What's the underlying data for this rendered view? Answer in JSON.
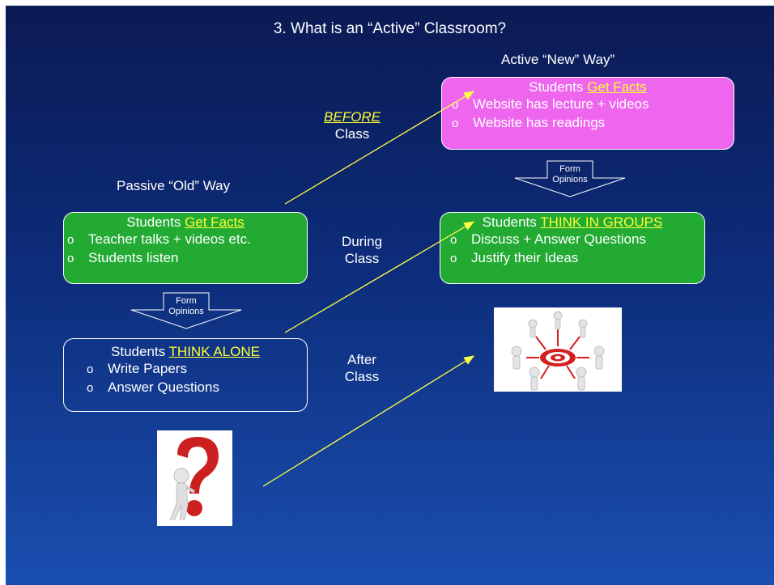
{
  "title": "3. What is an “Active” Classroom?",
  "active_heading": "Active “New” Way”",
  "passive_heading": "Passive “Old” Way",
  "time_labels": {
    "before": "BEFORE",
    "before_sub": "Class",
    "during_1": "During",
    "during_2": "Class",
    "after_1": "After",
    "after_2": "Class"
  },
  "boxes": {
    "active_facts": {
      "prefix": "Students ",
      "highlight": "Get Facts",
      "items": [
        "Website has lecture + videos",
        "Website has readings"
      ]
    },
    "think_groups": {
      "prefix": "Students ",
      "highlight": "THINK IN GROUPS",
      "items": [
        "Discuss + Answer Questions",
        "Justify their Ideas"
      ]
    },
    "passive_facts": {
      "prefix": "Students ",
      "highlight": "Get Facts",
      "items": [
        "Teacher talks + videos etc.",
        "Students listen"
      ]
    },
    "think_alone": {
      "prefix": "Students ",
      "highlight": "THINK ALONE",
      "items": [
        "Write Papers",
        "Answer Questions"
      ]
    }
  },
  "bullet": "o",
  "form_opinions": {
    "line1": "Form",
    "line2": "Opinions"
  },
  "colors": {
    "highlight": "#ffff33",
    "green": "#22aa33",
    "pink": "#ee66ee",
    "arrow": "#ffff44"
  },
  "icons": {
    "question_figure": "question-mark-figure-icon",
    "group_target": "people-around-target-icon"
  }
}
